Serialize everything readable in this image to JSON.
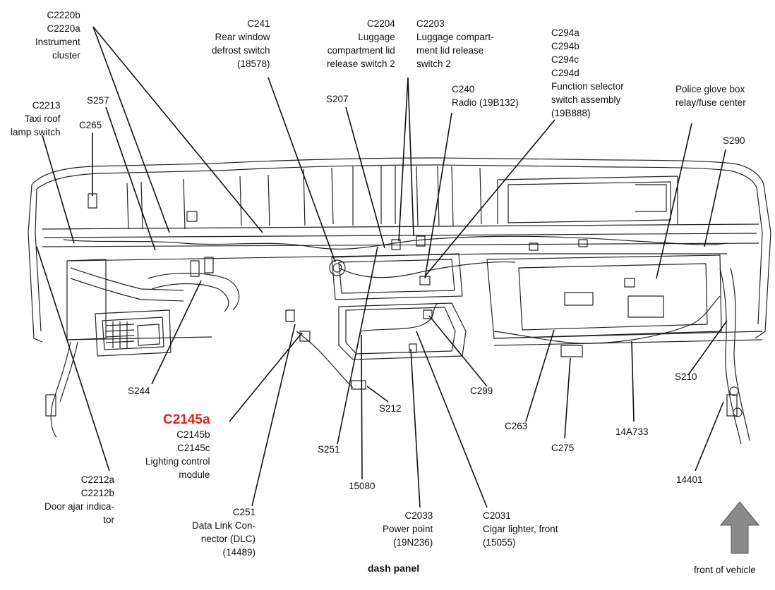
{
  "colors": {
    "line": "#222222",
    "highlight": "#e3241b",
    "arrow_fill": "#8a8a8a"
  },
  "labels": {
    "c2220": [
      "C2220b",
      "C2220a",
      "Instrument",
      "cluster"
    ],
    "c2213": [
      "C2213",
      "Taxi roof",
      "lamp switch"
    ],
    "s257": "S257",
    "c265": "C265",
    "c241": [
      "C241",
      "Rear window",
      "defrost switch",
      "(18578)"
    ],
    "c2204": [
      "C2204",
      "Luggage",
      "compartment lid",
      "release switch 2"
    ],
    "c2203": [
      "C2203",
      "Luggage compart-",
      "ment lid release",
      "switch 2"
    ],
    "s207": "S207",
    "c240": [
      "C240",
      "Radio (19B132)"
    ],
    "c294": [
      "C294a",
      "C294b",
      "C294c",
      "C294d",
      "Function selector",
      "switch assembly",
      "(19B888)"
    ],
    "police": [
      "Police glove box",
      "relay/fuse center"
    ],
    "s290": "S290",
    "s244": "S244",
    "c2145": {
      "highlight": "C2145a",
      "rest": [
        "C2145b",
        "C2145c",
        "Lighting control",
        "module"
      ]
    },
    "c2212": [
      "C2212a",
      "C2212b",
      "Door ajar indica-",
      "tor"
    ],
    "c251": [
      "C251",
      "Data Link Con-",
      "nector (DLC)",
      "(14489)"
    ],
    "s251": "S251",
    "n15080": "15080",
    "s212": "S212",
    "c299": "C299",
    "c2033": [
      "C2033",
      "Power point",
      "(19N236)"
    ],
    "c2031": [
      "C2031",
      "Cigar lighter, front",
      "(15055)"
    ],
    "c263": "C263",
    "c275": "C275",
    "n14a733": "14A733",
    "s210": "S210",
    "n14401": "14401",
    "caption": "dash panel",
    "front": "front of vehicle"
  }
}
